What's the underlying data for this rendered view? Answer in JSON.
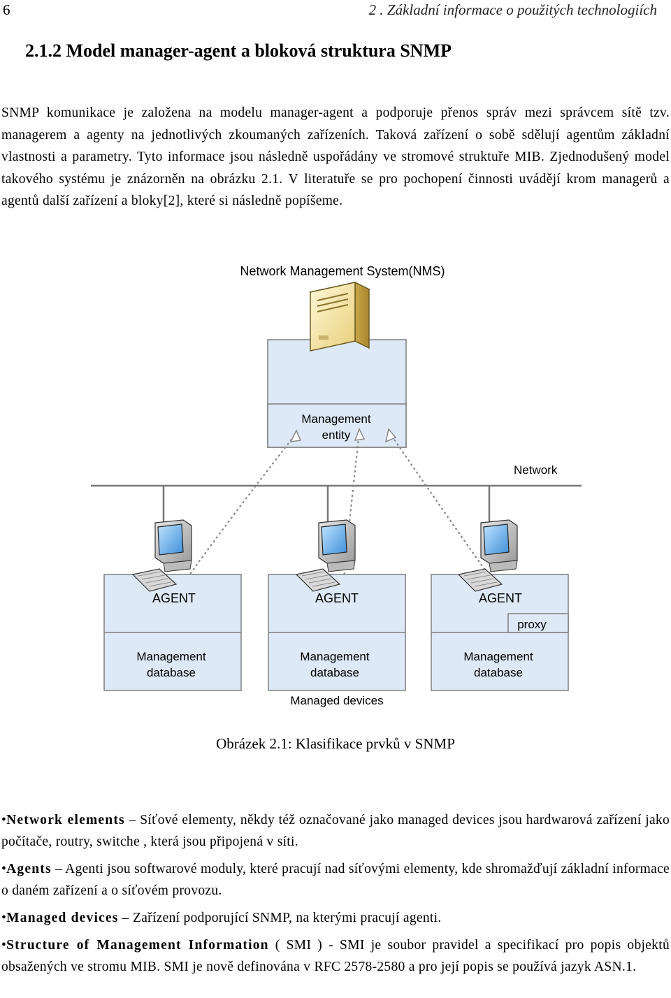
{
  "header": {
    "page_number": "6",
    "running_head": "2 . Základní informace o použitých technologiích"
  },
  "section": {
    "title": "2.1.2 Model manager-agent a bloková struktura SNMP"
  },
  "intro_paragraph": "SNMP komunikace je založena na modelu manager-agent a podporuje přenos správ mezi správcem sítě tzv. managerem a agenty na jednotlivých zkoumaných zařízeních. Taková zařízení o sobě sdělují agentům základní vlastnosti a parametry. Tyto informace jsou následně uspořádány ve stromové struktuře MIB. Zjednodušený model takového systému je znázorněn na obrázku 2.1. V literatuře se pro pochopení činnosti uvádějí krom managerů a agentů další zařízení a bloky[2], které si následně popíšeme.",
  "figure": {
    "nms_label": "Network Management System(NMS)",
    "management_entity_line1": "Management",
    "management_entity_line2": "entity",
    "network_label": "Network",
    "agent_label": "AGENT",
    "proxy_label": "proxy",
    "mgmt_db_line1": "Management",
    "mgmt_db_line2": "database",
    "managed_devices_label": "Managed devices",
    "caption": "Obrázek 2.1: Klasifikace prvků v SNMP"
  },
  "definitions": [
    {
      "term": "Network elements",
      "sep": " – ",
      "text": "Síťové elementy, někdy též označované jako managed devices jsou hardwarová zařízení jako počítače, routry, switche , která jsou připojená v síti."
    },
    {
      "term": "Agents",
      "sep": " – ",
      "text": "Agenti jsou softwarové moduly, které pracují nad síťovými elementy, kde shromažďují základní informace o daném zařízení a o síťovém provozu."
    },
    {
      "term": "Managed devices",
      "sep": " – ",
      "text": "Zařízení podporující SNMP, na kterými pracují agenti."
    },
    {
      "term": "Structure of Management Information",
      "sep": " ( SMI ) - ",
      "text": "SMI je soubor pravidel a specifikací pro popis objektů obsažených ve stromu MIB. SMI je nově definována v RFC 2578-2580 a pro její popis se používá jazyk ASN.1."
    }
  ],
  "bullet_char": "•"
}
